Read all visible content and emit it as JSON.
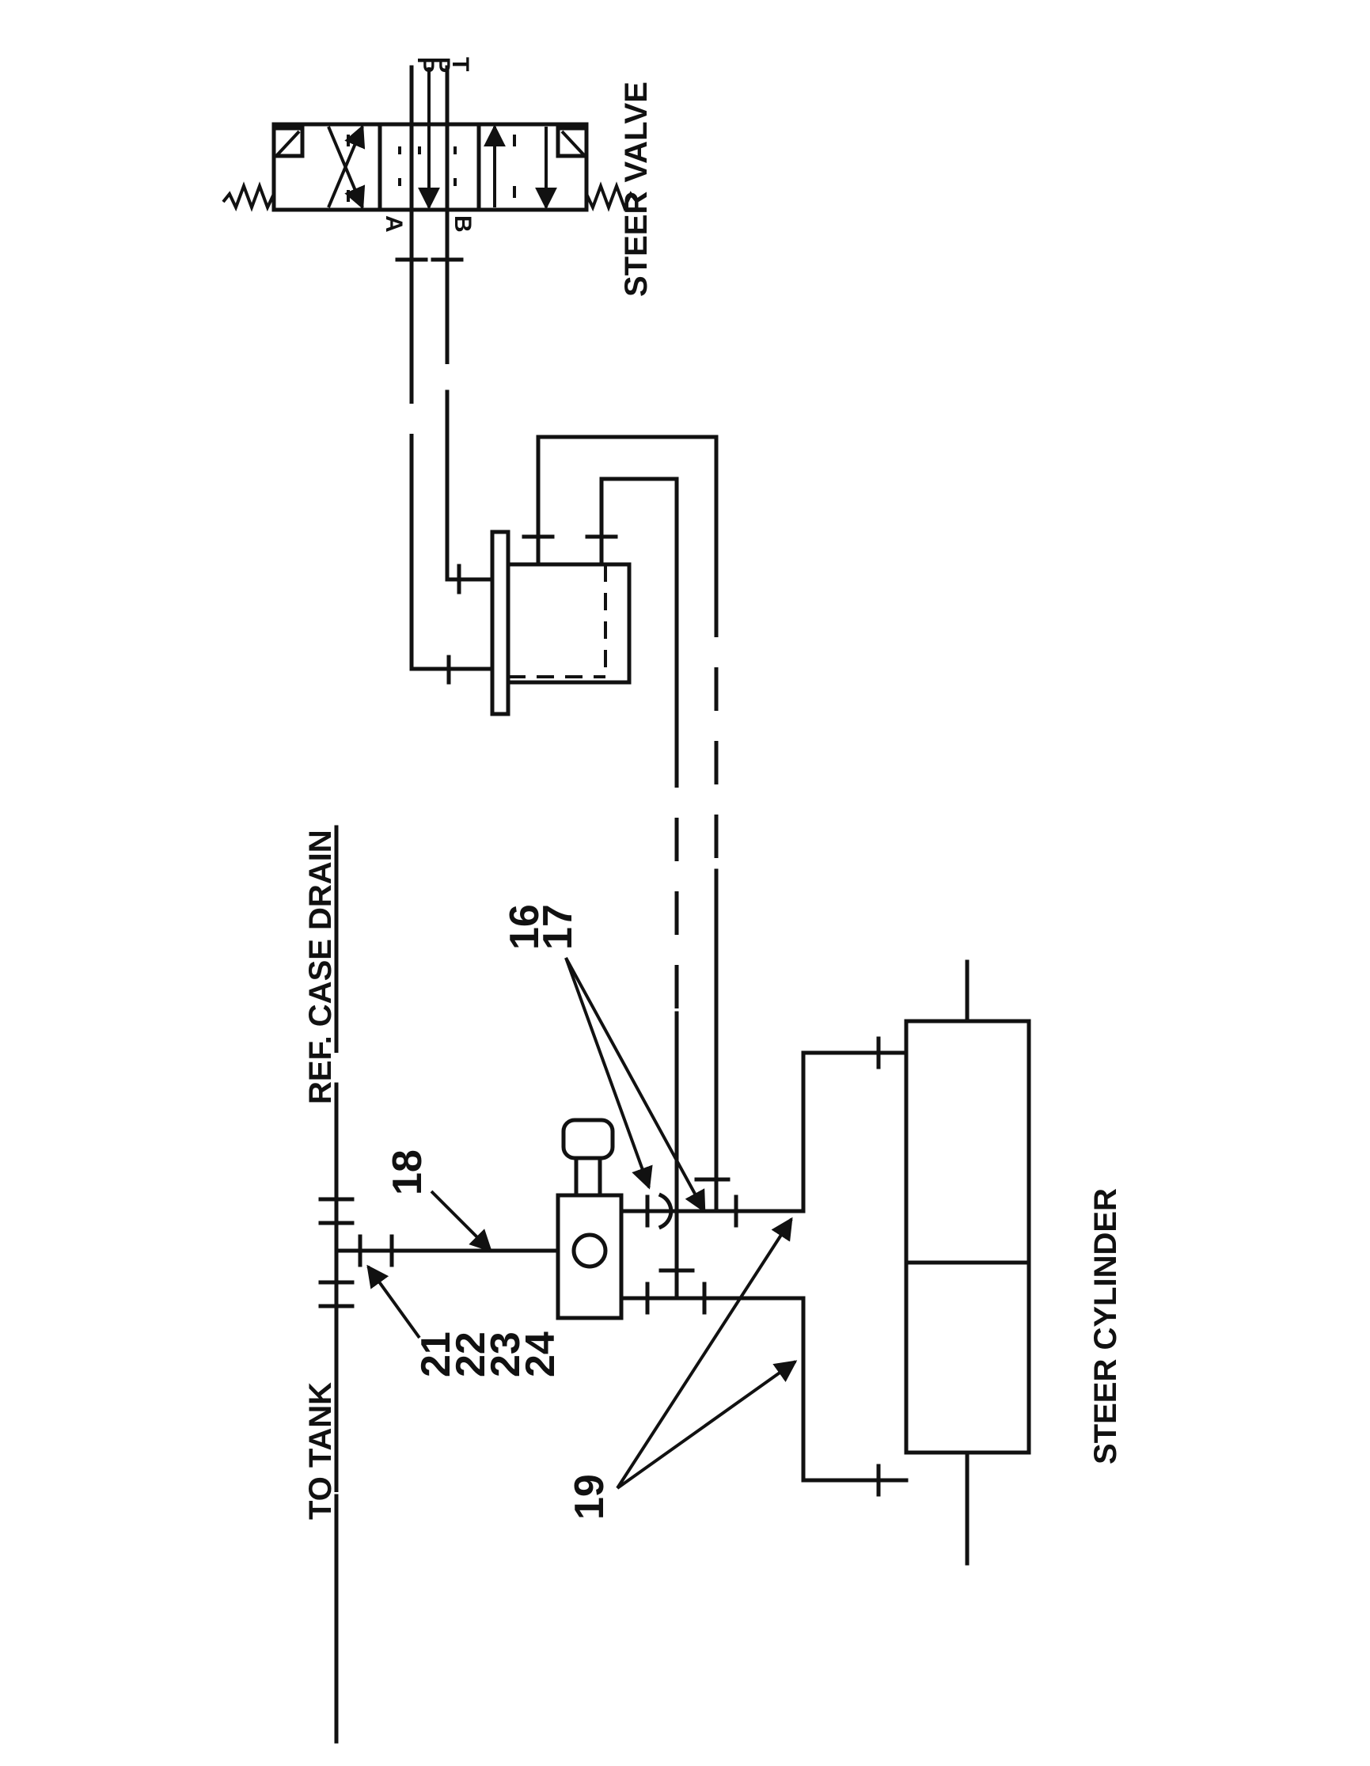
{
  "labels": {
    "steer_valve": "STEER VALVE",
    "steer_cylinder": "STEER CYLINDER",
    "ref_case_drain": "REF. CASE DRAIN",
    "to_tank": "TO TANK",
    "port_p1": "P",
    "port_p2": "P",
    "port_t": "T",
    "port_a": "A",
    "port_b": "B"
  },
  "callouts": {
    "c16": "16",
    "c17": "17",
    "c18": "18",
    "c19": "19",
    "c21": "21",
    "c22": "22",
    "c23": "23",
    "c24": "24"
  }
}
